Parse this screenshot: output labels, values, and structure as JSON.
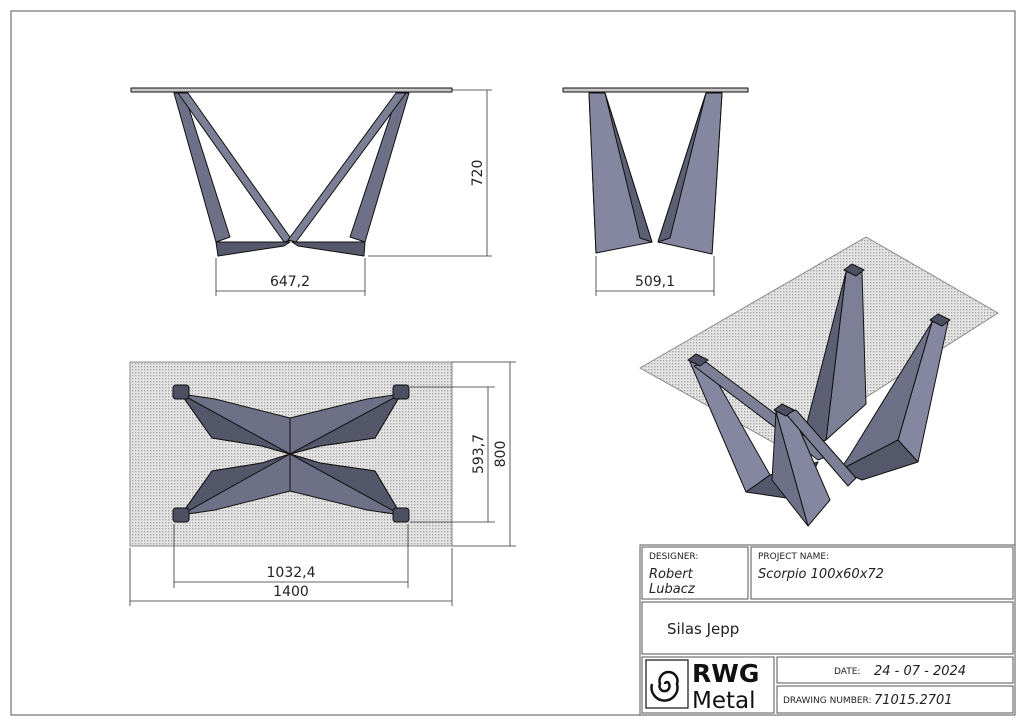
{
  "dimensions": {
    "front_width": "647,2",
    "front_height": "720",
    "side_width": "509,1",
    "top_leg_width": "1032,4",
    "top_total_width": "1400",
    "top_leg_depth": "593,7",
    "top_total_depth": "800"
  },
  "title_block": {
    "designer_label": "DESIGNER:",
    "designer_line1": "Robert",
    "designer_line2": "Lubacz",
    "project_label": "PROJECT NAME:",
    "project_name": "Scorpio 100x60x72",
    "client": "Silas Jepp",
    "date_label": "DATE:",
    "date": "24 - 07 - 2024",
    "drawing_number_label": "DRAWING NUMBER:",
    "drawing_number": "71015.2701",
    "logo_line1": "RWG",
    "logo_line2": "Metal",
    "logo_icon": "spiral-logo-icon"
  },
  "colors": {
    "metal": "#7d7f96",
    "metal_dark": "#5b5d72",
    "metal_light": "#9a9cb0",
    "glass": "#cfcfcf"
  }
}
